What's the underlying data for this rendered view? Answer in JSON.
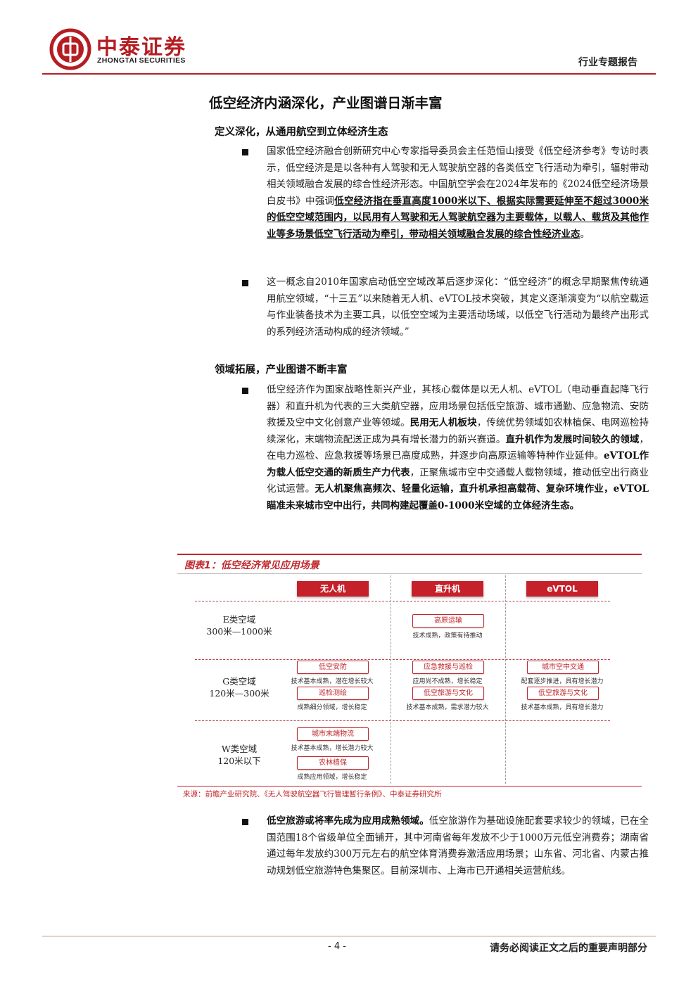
{
  "header": {
    "brand_cn": "中泰证券",
    "brand_en": "ZHONGTAI SECURITIES",
    "report_type": "行业专题报告",
    "colors": {
      "brand": "#b41e23",
      "accent": "#c0282d"
    }
  },
  "section_title": "低空经济内涵深化，产业图谱日渐丰富",
  "sub1": "定义深化，从通用航空到立体经济生态",
  "p1": {
    "a": "国家低空经济融合创新研究中心专家指导委员会主任范恒山接受《低空经济参考》专访时表示，低空经济是是以各种有人驾驶和无人驾驶航空器的各类低空飞行活动为牵引，辐射带动相关领域融合发展的综合性经济形态。中国航空学会在2024年发布的《2024低空经济场景白皮书》中强调",
    "b": "低空经济指在垂直高度1000米以下、根据实际需要延伸至不超过3000米的低空空域范围内，以民用有人驾驶和无人驾驶航空器为主要载体，以载人、载货及其他作业等多场景低空飞行活动为牵引，带动相关领域融合发展的综合性经济业态",
    "c": "。"
  },
  "p2": "这一概念自2010年国家启动低空空域改革后逐步深化：“低空经济”的概念早期聚焦传统通用航空领域，“十三五”以来随着无人机、eVTOL技术突破，其定义逐渐演变为“以航空载运与作业装备技术为主要工具，以低空空域为主要活动场域，以低空飞行活动为最终产出形式的系列经济活动构成的经济领域。”",
  "sub2": "领域拓展，产业图谱不断丰富",
  "p3": {
    "a": "低空经济作为国家战略性新兴产业，其核心载体是以无人机、eVTOL（电动垂直起降飞行器）和直升机为代表的三大类航空器，应用场景包括低空旅游、城市通勤、应急物流、安防救援及空中文化创意产业等领域。",
    "b": "民用无人机板块",
    "c": "，传统优势领域如农林植保、电网巡检持续深化，末端物流配送正成为具有增长潜力的新兴赛道。",
    "d": "直升机作为发展时间较久的领域",
    "e": "，在电力巡检、应急救援等场景已高度成熟，并逐步向高原运输等特种作业延伸。",
    "f": "eVTOL作为载人低空交通的新质生产力代表",
    "g": "，正聚焦城市空中交通载人载物领域，推动低空出行商业化试运营。",
    "h": "无人机聚焦高频次、轻量化运输，直升机承担高载荷、复杂环境作业，eVTOL瞄准未来城市空中出行，共同构建起覆盖0-1000米空域的立体经济生态。"
  },
  "figure": {
    "title": "图表1：低空经济常见应用场景",
    "columns": [
      "无人机",
      "直升机",
      "eVTOL"
    ],
    "rows": [
      {
        "label1": "E类空域",
        "label2": "300米—1000米"
      },
      {
        "label1": "G类空域",
        "label2": "120米—300米"
      },
      {
        "label1": "W类空域",
        "label2": "120米以下"
      }
    ],
    "tags": {
      "e_heli": {
        "tag": "高原运输",
        "note": "技术成熟，政策有待推动"
      },
      "g_drone_1": {
        "tag": "低空安防",
        "note": "技术基本成熟，潜在增长较大"
      },
      "g_drone_2": {
        "tag": "巡检测绘",
        "note": "成熟细分领域，增长稳定"
      },
      "g_heli_1": {
        "tag": "应急救援与巡检",
        "note": "应用尚不成熟，增长稳定"
      },
      "g_heli_2": {
        "tag": "低空旅游与文化",
        "note": "技术基本成熟，需求潜力较大"
      },
      "g_evtol_1": {
        "tag": "城市空中交通",
        "note": "配套逐步推进，具有增长潜力"
      },
      "g_evtol_2": {
        "tag": "低空旅游与文化",
        "note": "技术基本成熟，具有增长潜力"
      },
      "w_drone_1": {
        "tag": "城市末端物流",
        "note": "技术基本成熟，增长潜力较大"
      },
      "w_drone_2": {
        "tag": "农林植保",
        "note": "成熟应用领域，增长稳定"
      }
    },
    "source": "来源：前瞻产业研究院、《无人驾驶航空器飞行管理暂行条例》、中泰证券研究所"
  },
  "p4": {
    "a": "低空旅游或将率先成为应用成熟领域。",
    "b": "低空旅游作为基础设施配套要求较少的领域，已在全国范围18个省级单位全面铺开，其中河南省每年发放不少于1000万元低空消费券；湖南省通过每年发放约300万元左右的航空体育消费券激活应用场景；山东省、河北省、内蒙古推动规划低空旅游特色集聚区。目前深圳市、上海市已开通相关运营航线。"
  },
  "footer": {
    "page": "- 4 -",
    "disclaimer": "请务必阅读正文之后的重要声明部分"
  }
}
